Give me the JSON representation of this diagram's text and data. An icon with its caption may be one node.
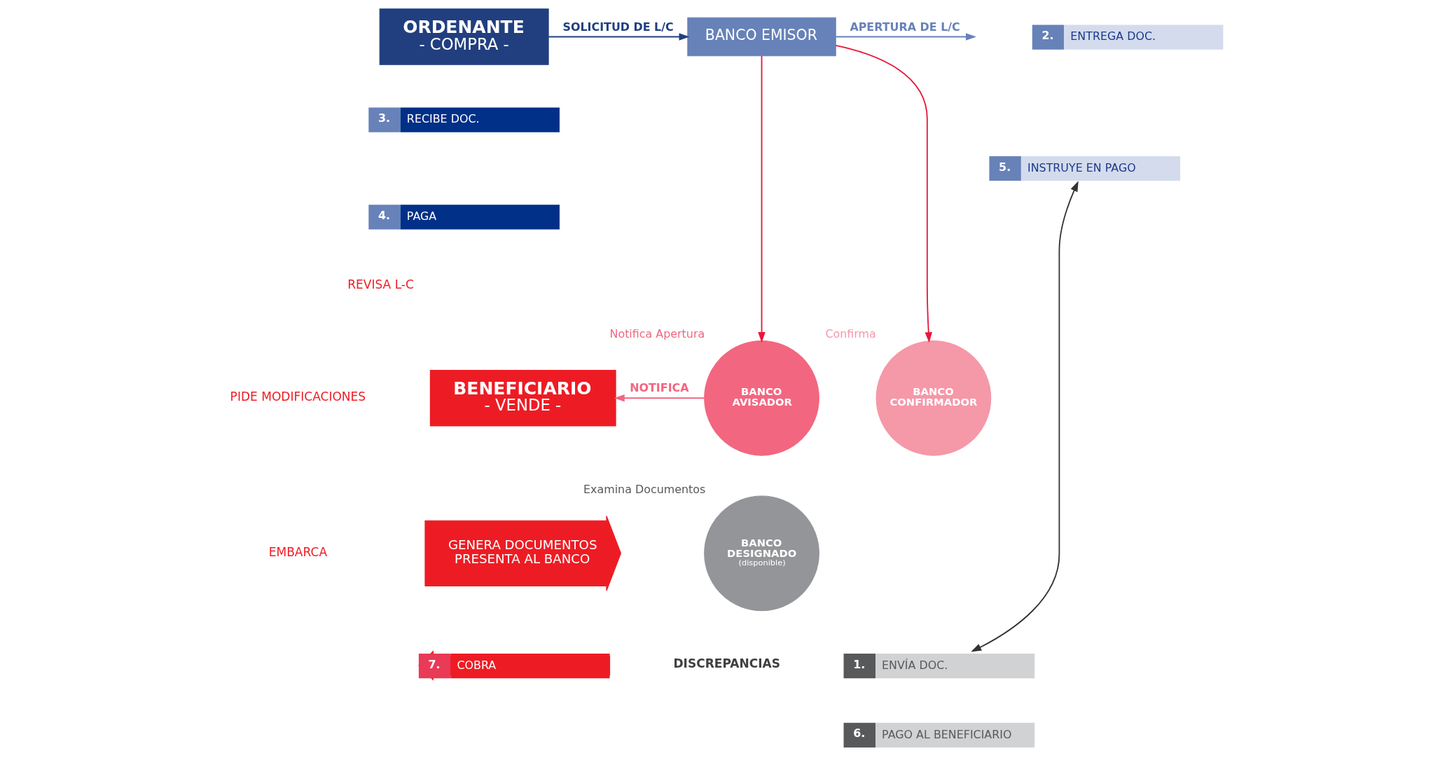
{
  "diagram": {
    "nodes": [
      {
        "text": [
          "ORDENANTE",
          "- COMPRA -"
        ]
      },
      {
        "text": [
          "BANCO EMISOR"
        ]
      },
      {
        "text": [
          "3.",
          "RECIBE DOC."
        ]
      },
      {
        "text": [
          "4.",
          "PAGA"
        ]
      },
      {
        "text": [
          "2.",
          "ENTREGA DOC."
        ]
      },
      {
        "text": [
          "5.",
          "INSTRUYE EN PAGO"
        ]
      },
      {
        "text": [
          "BENEFICIARIO",
          "- VENDE -"
        ]
      },
      {
        "text": [
          "BANCO AVISADOR"
        ],
        "beside": [
          "Notifica Apertura"
        ]
      },
      {
        "text": [
          "BANCO CONFIRMADOR"
        ],
        "beside": [
          "Confirma"
        ]
      },
      {
        "text": [
          "BANCO DESIGNADO",
          "(disponible)"
        ],
        "beside": [
          "Examina Documentos"
        ]
      },
      {
        "text": [
          "GENERA DOCUMENTOS",
          "PRESENTA AL BANCO"
        ]
      },
      {
        "text": [
          "1.",
          "ENVÍA DOC."
        ]
      },
      {
        "text": [
          "6.",
          "PAGO AL BENEFICIARIO"
        ]
      },
      {
        "text": [
          "7.",
          "COBRA"
        ]
      }
    ],
    "edges": [
      {
        "from": 0,
        "to": 1,
        "arrow": "to",
        "label": "SOLICITUD DE L/C",
        "color": "#213f7f"
      },
      {
        "from": 1,
        "to": null,
        "arrow": "to",
        "label": "APERTURA DE L/C",
        "color": "#6782b8"
      },
      {
        "from": 1,
        "to": 7,
        "arrow": "to",
        "color": "#e8173a"
      },
      {
        "from": 1,
        "to": 8,
        "arrow": "to",
        "color": "#e8173a"
      },
      {
        "from": 7,
        "to": 6,
        "arrow": "to",
        "label": "NOTIFICA",
        "color": "#f26680"
      },
      {
        "from": 5,
        "to": 11,
        "arrow": "both",
        "color": "#333333"
      }
    ],
    "labels": [
      "REVISA L-C",
      "PIDE MODIFICACIONES",
      "EMBARCA",
      "DISCREPANCIAS"
    ]
  }
}
